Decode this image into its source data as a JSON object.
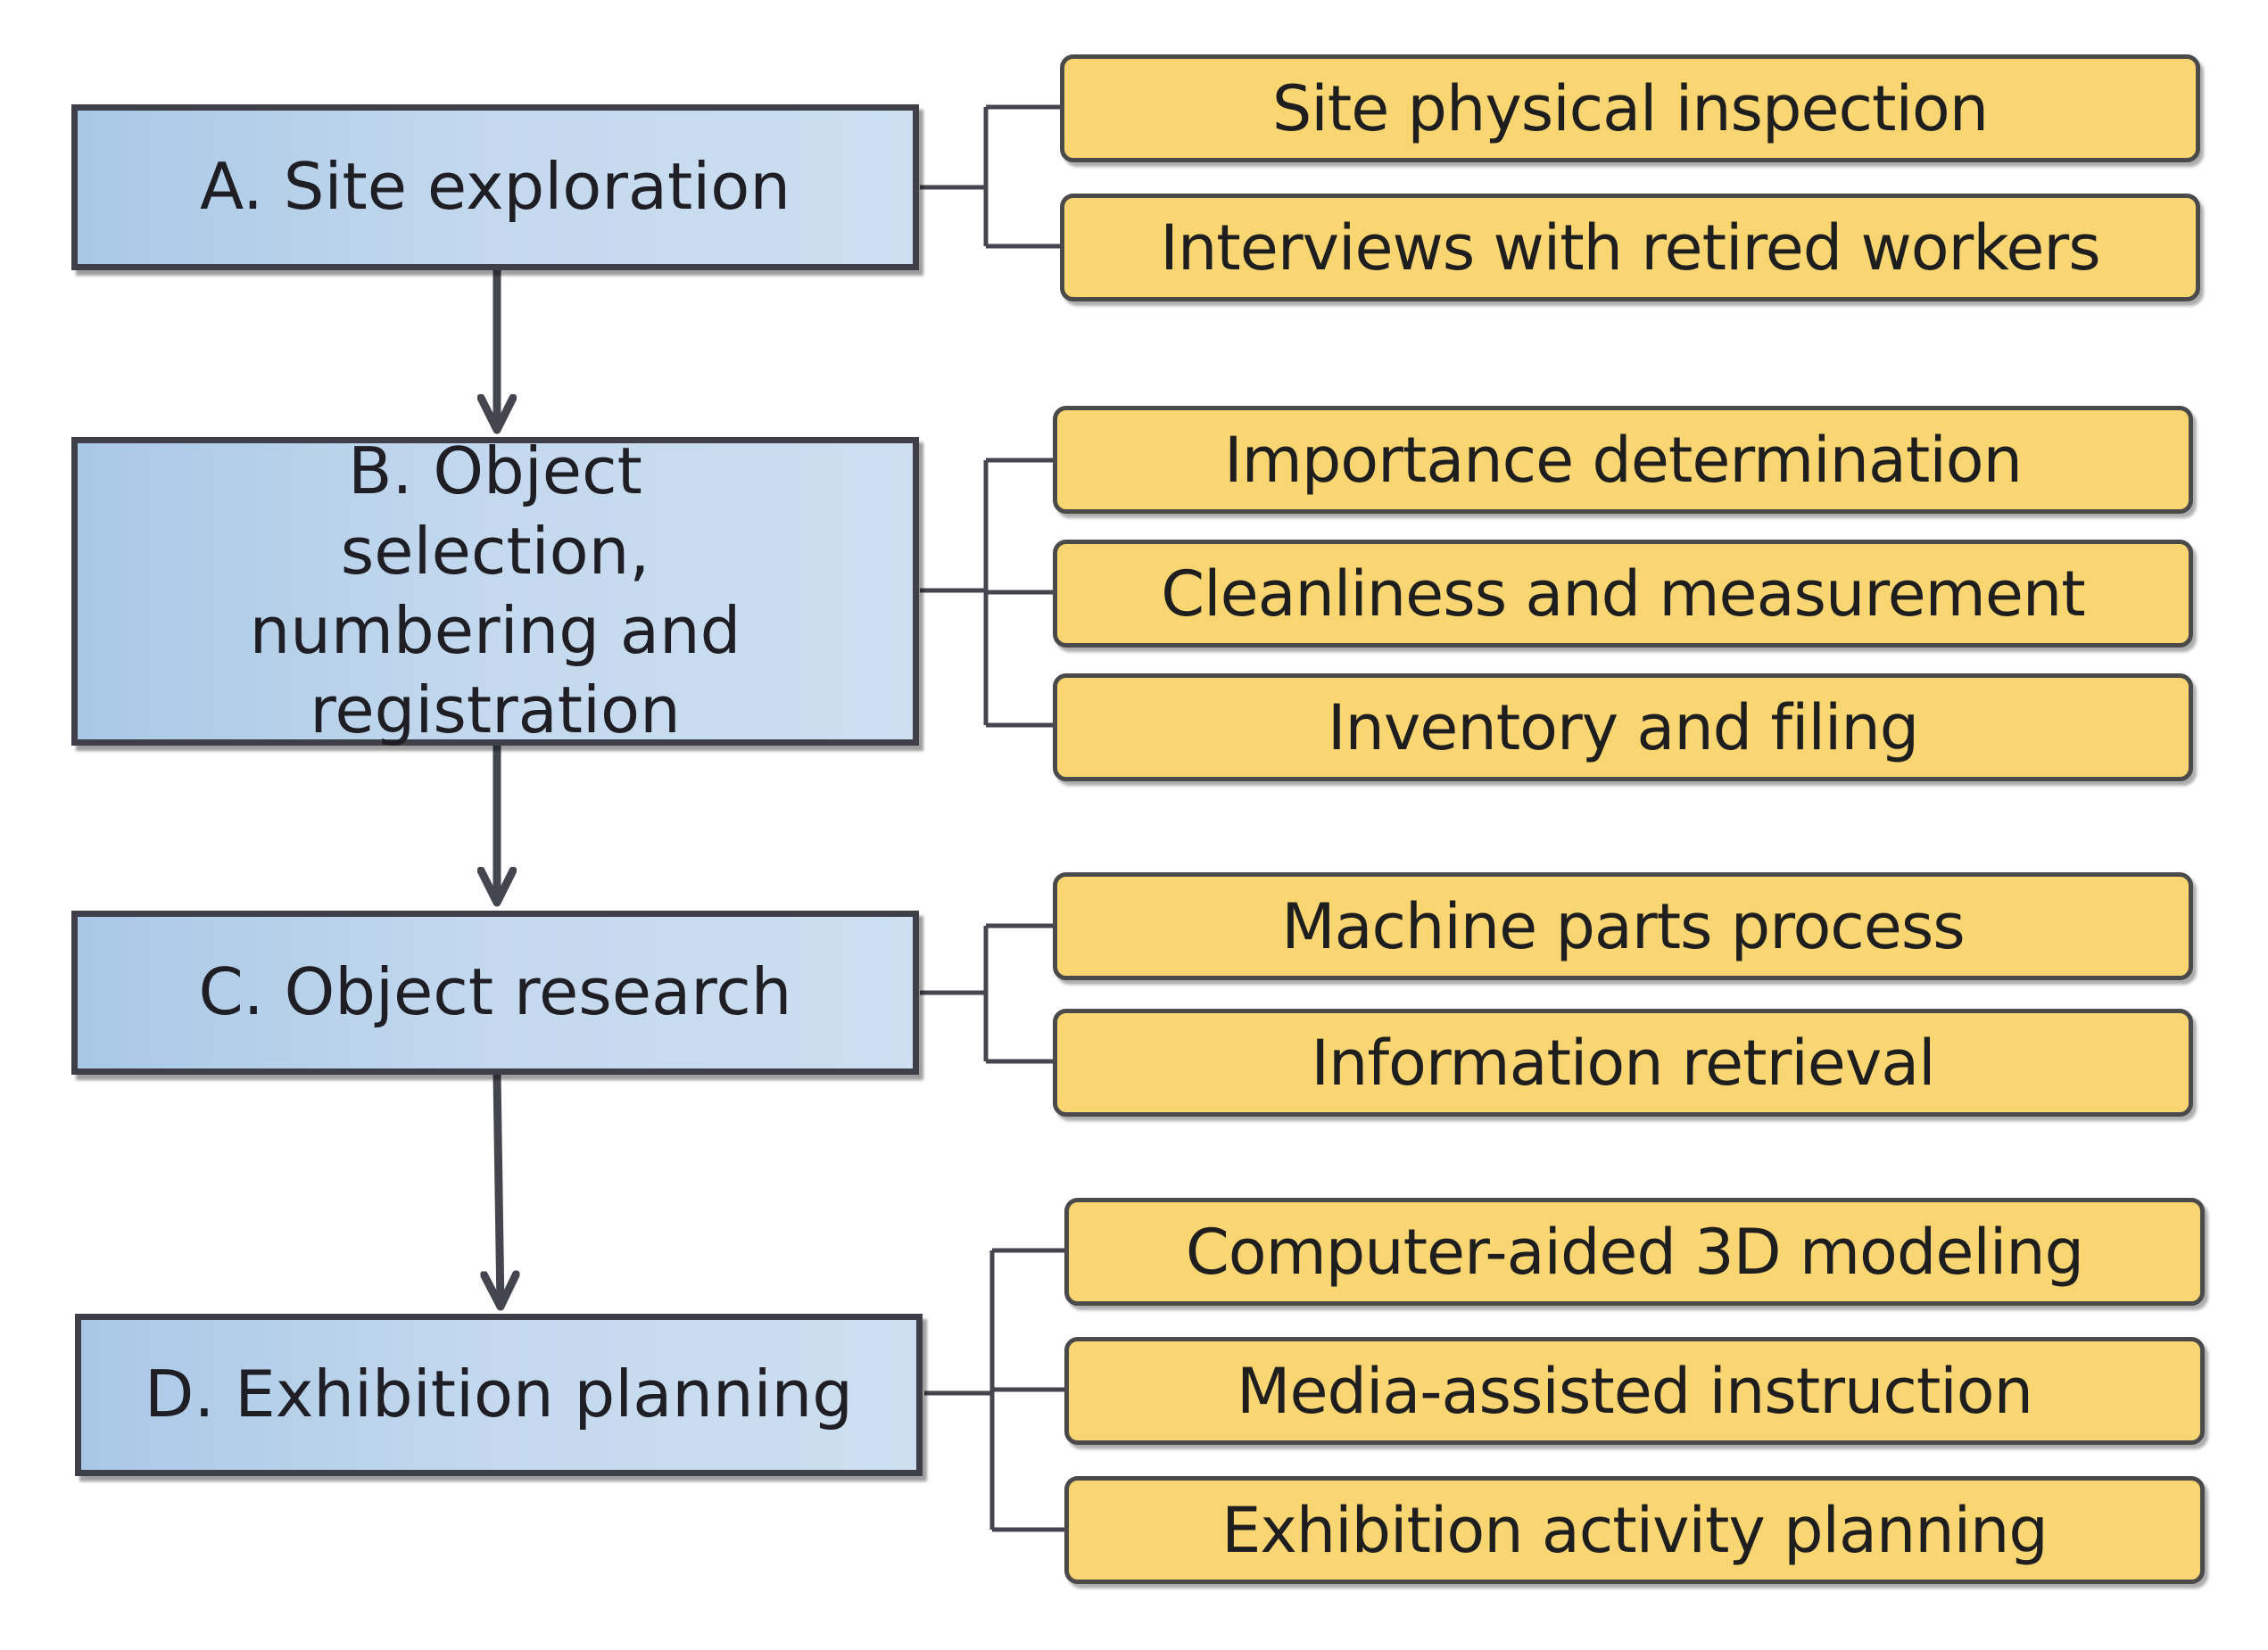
{
  "stages": [
    {
      "label": "A. Site exploration",
      "tasks": [
        "Site physical inspection",
        "Interviews with retired workers"
      ]
    },
    {
      "label": "B. Object selection, numbering and registration",
      "tasks": [
        "Importance determination",
        "Cleanliness and measurement",
        "Inventory and filing"
      ]
    },
    {
      "label": "C. Object research",
      "tasks": [
        "Machine parts process",
        "Information retrieval"
      ]
    },
    {
      "label": "D. Exhibition planning",
      "tasks": [
        "Computer-aided 3D modeling",
        "Media-assisted instruction",
        "Exhibition activity planning"
      ]
    }
  ],
  "colors": {
    "stage_fill_start": "#a9c8e6",
    "stage_fill_end": "#cddff1",
    "task_fill": "#f9d672",
    "connector": "#45454f"
  }
}
